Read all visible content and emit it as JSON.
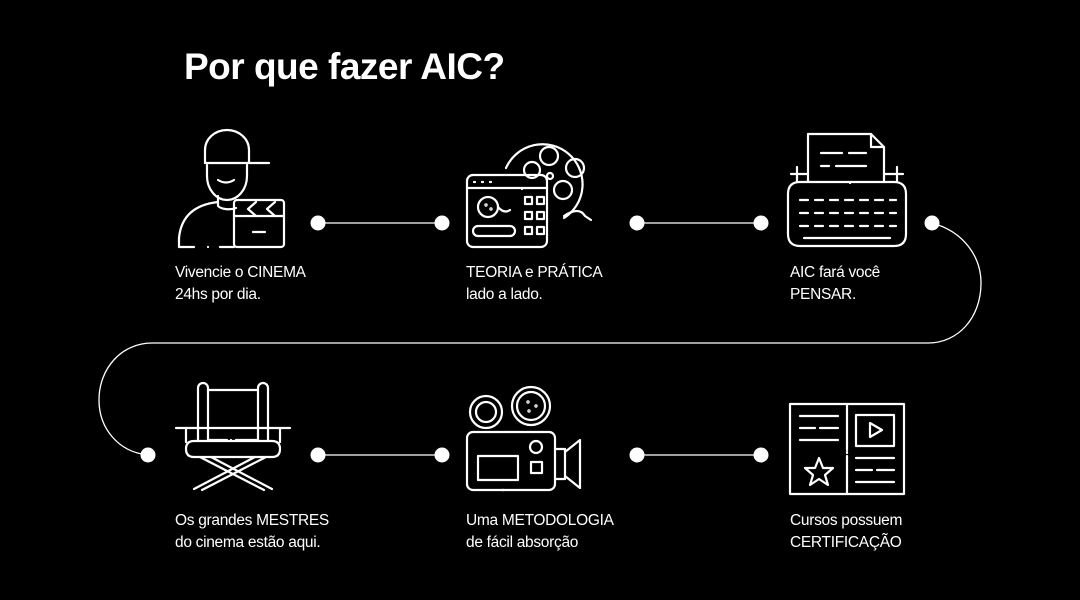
{
  "title": "Por que fazer AIC?",
  "accent_color": "#ffffff",
  "background_color": "#000000",
  "steps": [
    {
      "icon": "director-clapperboard-icon",
      "line1": "Vivencie o CINEMA",
      "line2": "24hs por dia."
    },
    {
      "icon": "film-reel-app-icon",
      "line1": "TEORIA e PRÁTICA",
      "line2": "lado a lado."
    },
    {
      "icon": "typewriter-icon",
      "line1": "AIC fará você",
      "line2": "PENSAR."
    },
    {
      "icon": "director-chair-icon",
      "line1": "Os grandes MESTRES",
      "line2": "do cinema estão aqui."
    },
    {
      "icon": "movie-camera-icon",
      "line1": "Uma METODOLOGIA",
      "line2": "de fácil absorção"
    },
    {
      "icon": "certificate-book-icon",
      "line1": "Cursos possuem",
      "line2": "CERTIFICAÇÃO"
    }
  ]
}
